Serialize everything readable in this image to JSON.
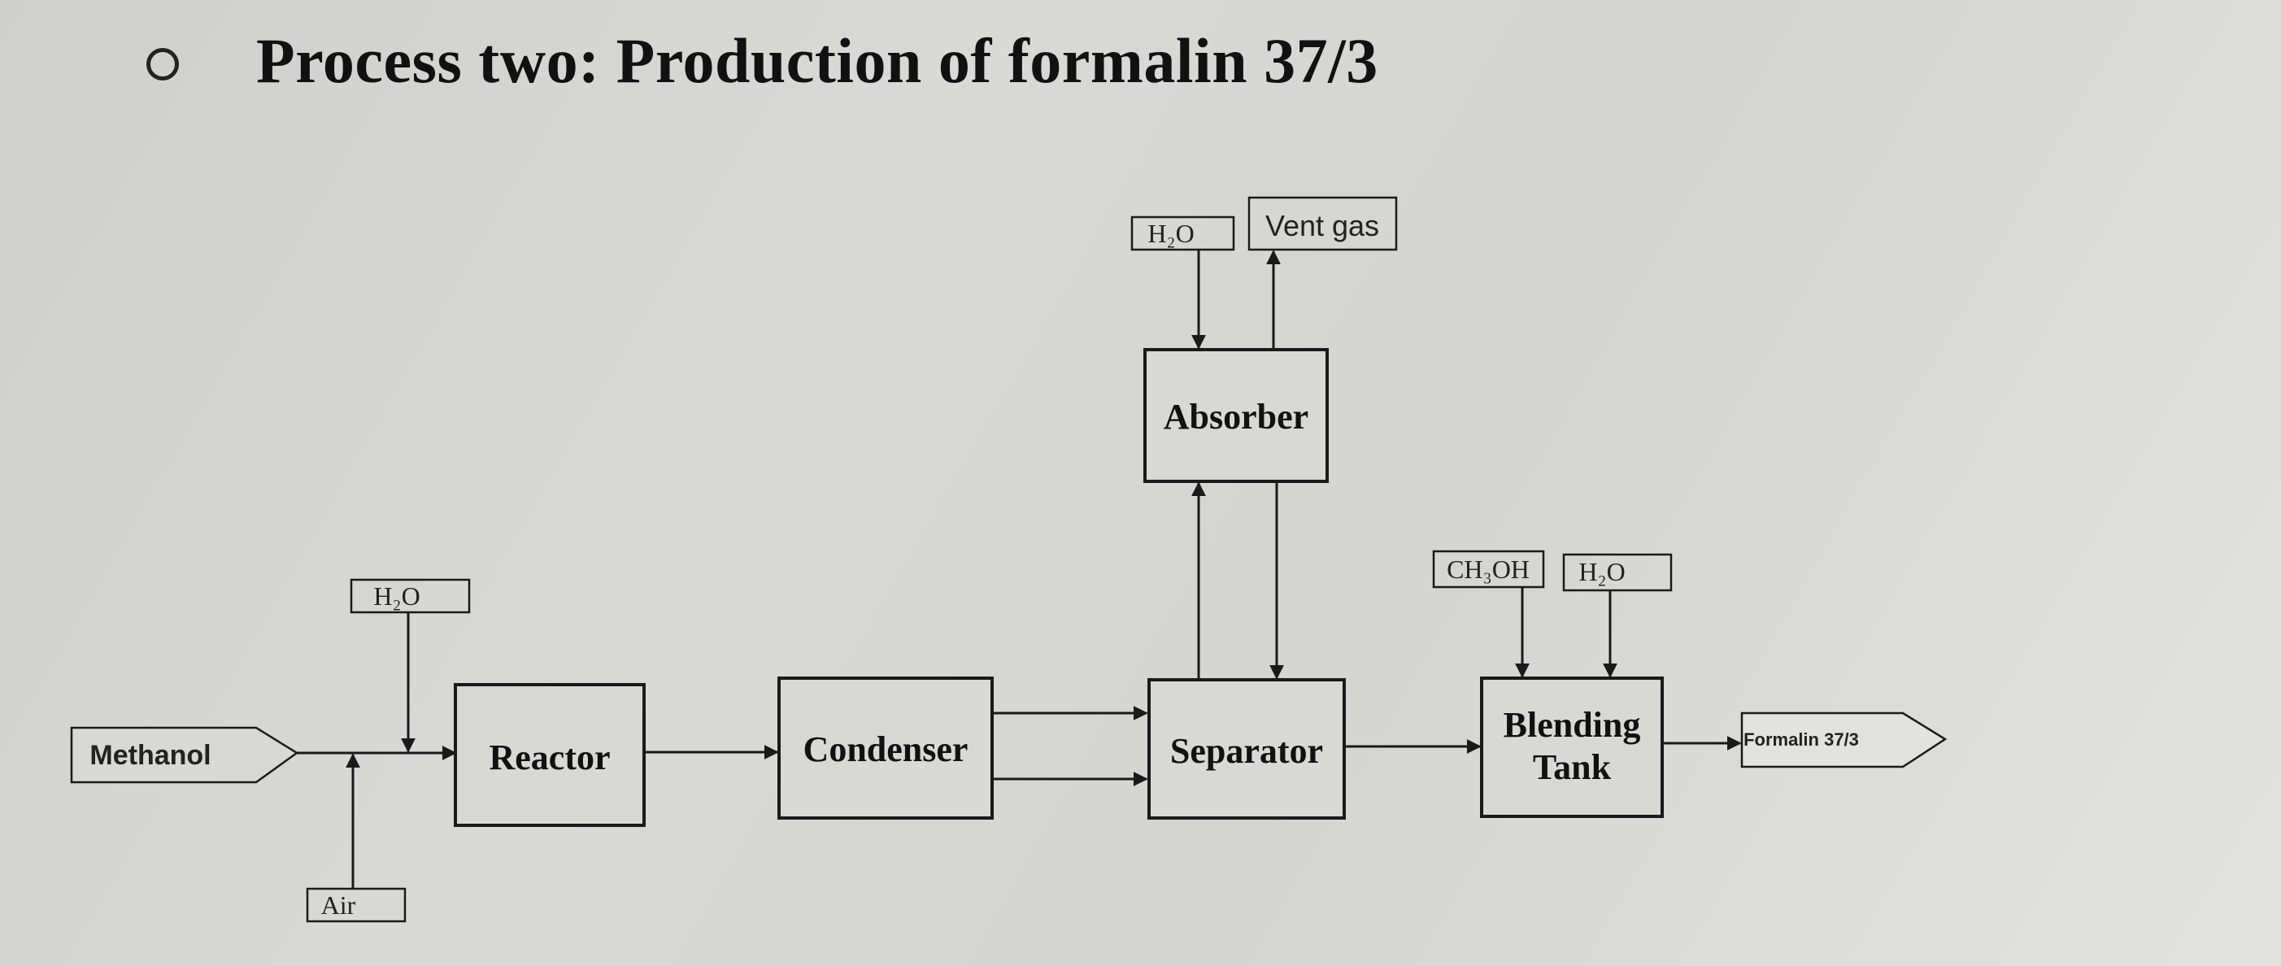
{
  "title": "Process two: Production of formalin 37/3",
  "units": {
    "reactor": "Reactor",
    "condenser": "Condenser",
    "separator": "Separator",
    "absorber": "Absorber",
    "blending_tank_line1": "Blending",
    "blending_tank_line2": "Tank"
  },
  "streams": {
    "methanol_feed": "Methanol",
    "water_to_reactor": "H₂O",
    "air": "Air",
    "water_to_absorber": "H₂O",
    "vent_gas": "Vent gas",
    "methanol_to_blend": "CH₃OH",
    "water_to_blend": "H₂O",
    "product": "Formalin 37/3"
  },
  "colors": {
    "line": "#1a1a1a",
    "box_fill": "#d8d8d5"
  }
}
